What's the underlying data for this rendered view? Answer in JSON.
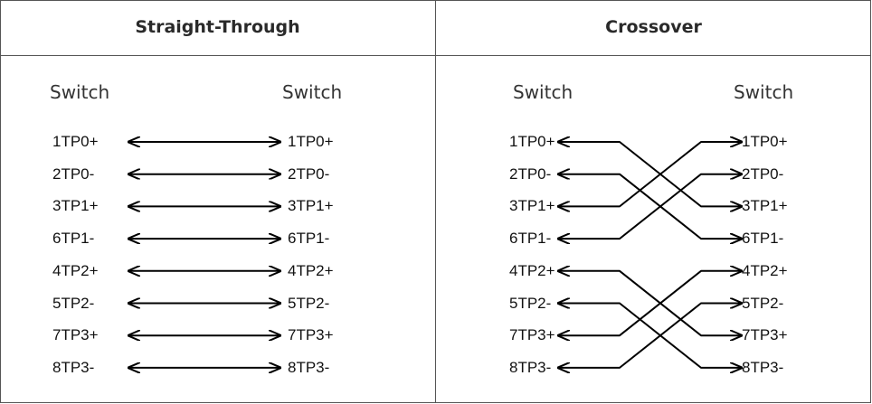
{
  "straight": {
    "title": "Straight-Through",
    "left_label": "Switch",
    "right_label": "Switch",
    "left_pins": [
      "1TP0+",
      "2TP0-",
      "3TP1+",
      "6TP1-",
      "4TP2+",
      "5TP2-",
      "7TP3+",
      "8TP3-"
    ],
    "right_pins": [
      "1TP0+",
      "2TP0-",
      "3TP1+",
      "6TP1-",
      "4TP2+",
      "5TP2-",
      "7TP3+",
      "8TP3-"
    ]
  },
  "crossover": {
    "title": "Crossover",
    "left_label": "Switch",
    "right_label": "Switch",
    "left_pins": [
      "1TP0+",
      "2TP0-",
      "3TP1+",
      "6TP1-",
      "4TP2+",
      "5TP2-",
      "7TP3+",
      "8TP3-"
    ],
    "right_pins": [
      "1TP0+",
      "2TP0-",
      "3TP1+",
      "6TP1-",
      "4TP2+",
      "5TP2-",
      "7TP3+",
      "8TP3-"
    ]
  }
}
